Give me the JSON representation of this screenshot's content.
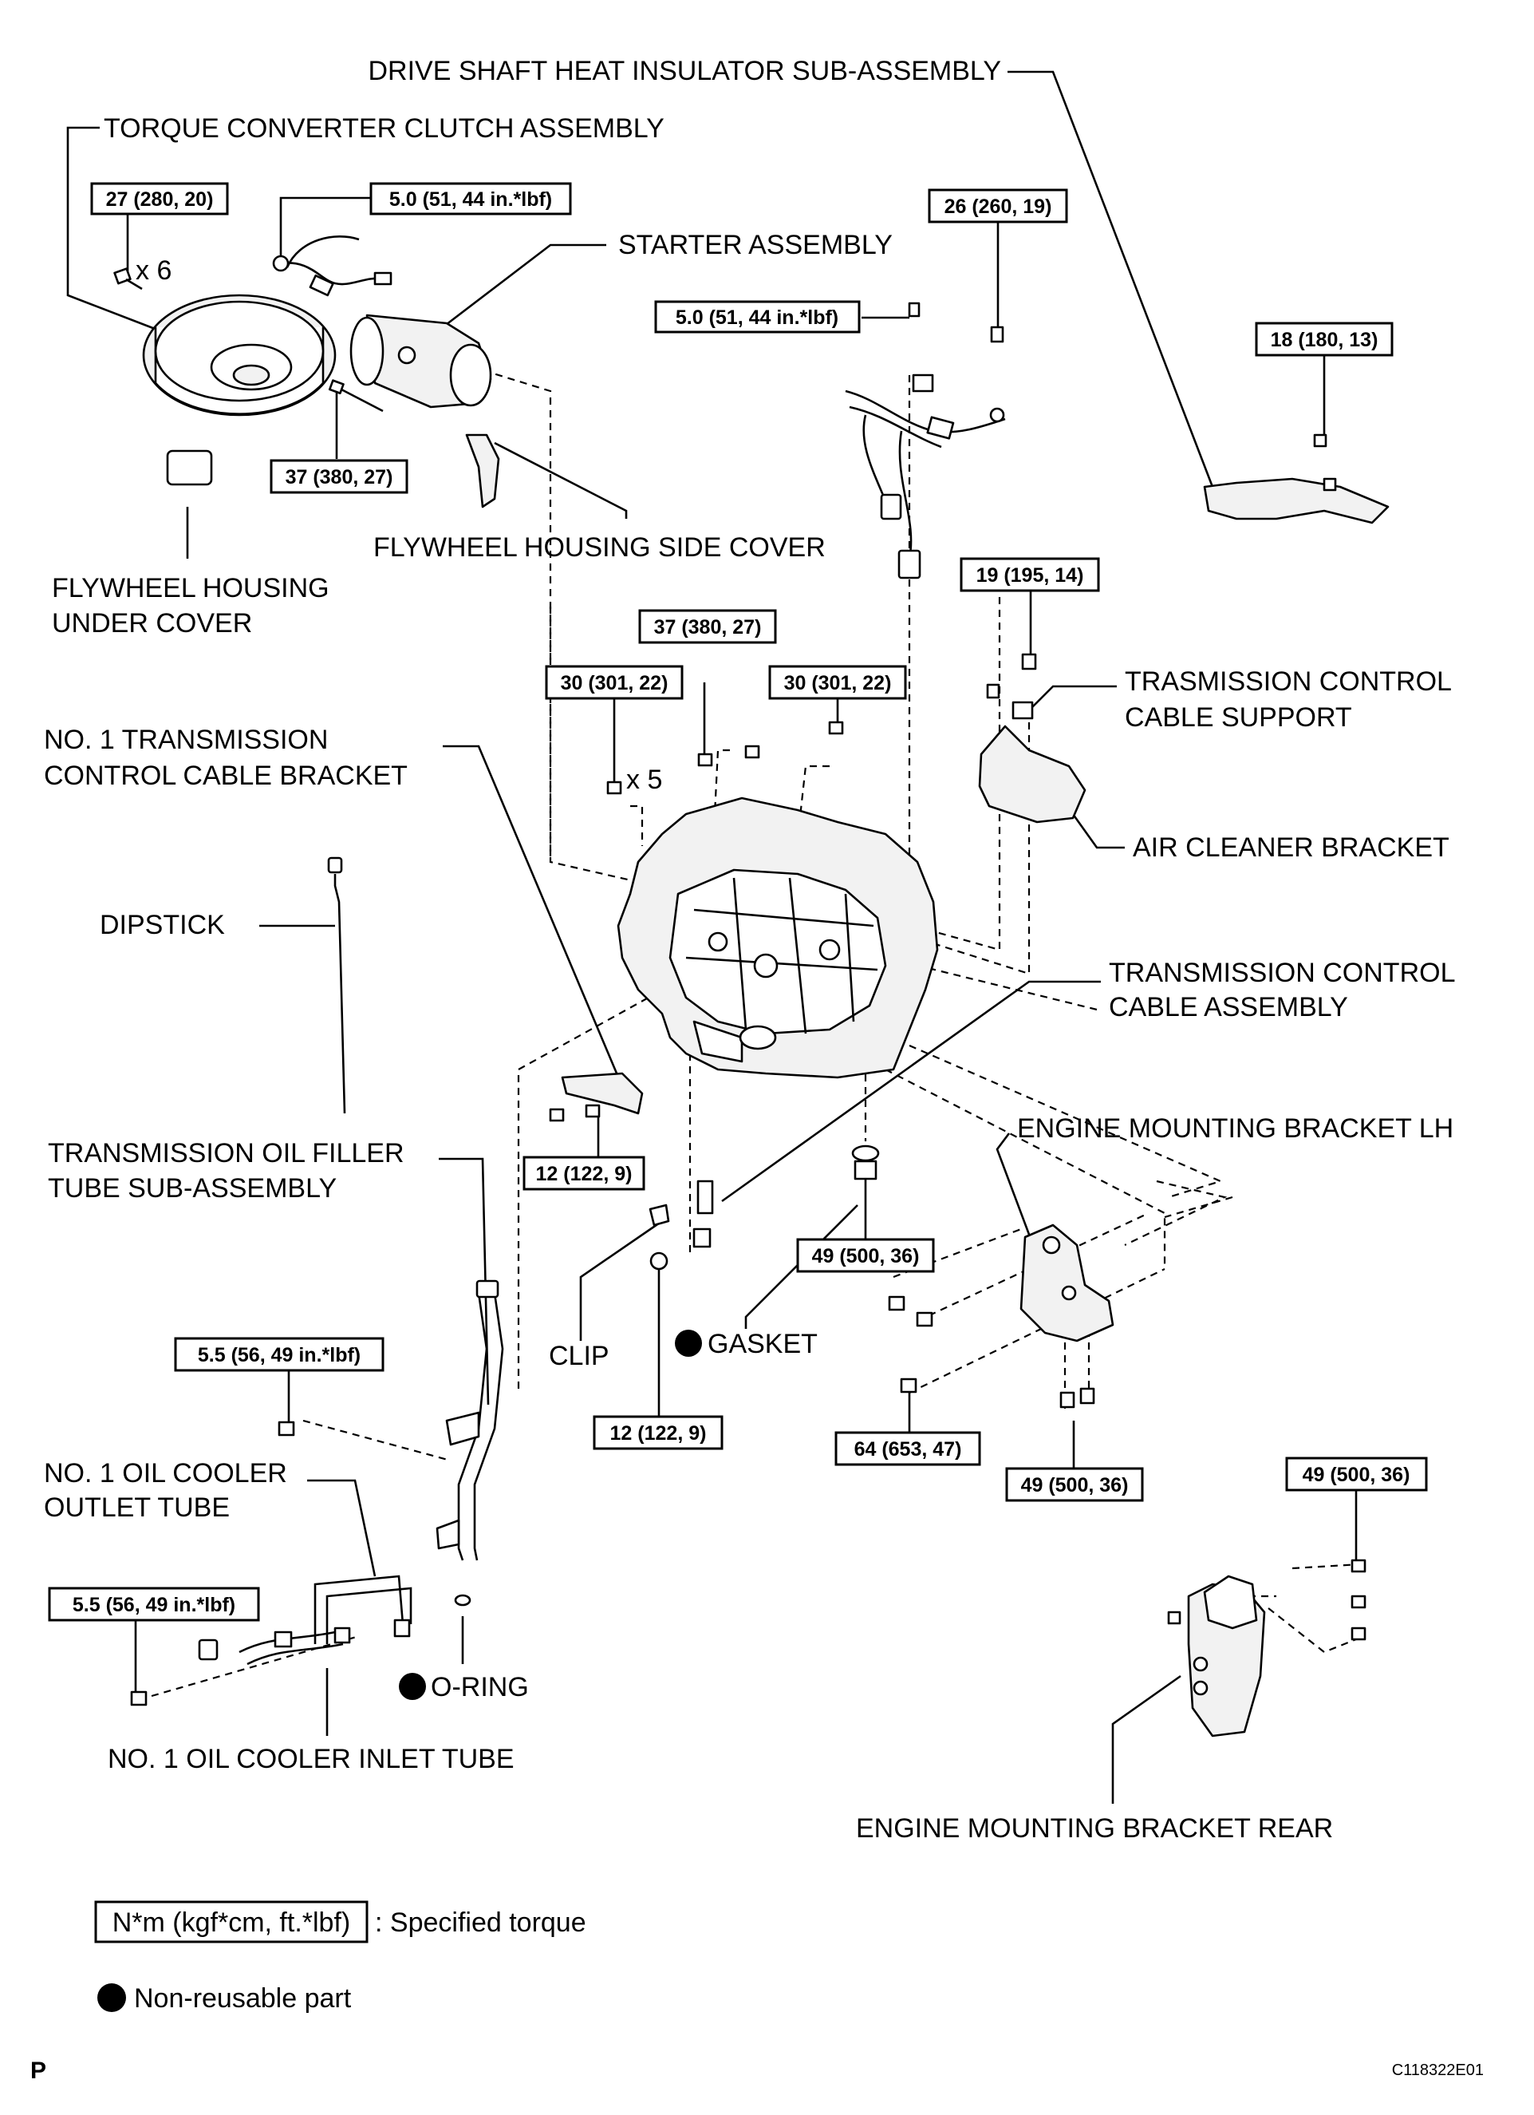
{
  "labels": {
    "drive_shaft_heat_insulator": "DRIVE SHAFT HEAT INSULATOR SUB-ASSEMBLY",
    "torque_converter": "TORQUE CONVERTER CLUTCH ASSEMBLY",
    "starter": "STARTER ASSEMBLY",
    "flywheel_side_cover": "FLYWHEEL HOUSING SIDE COVER",
    "flywheel_under_cover_1": "FLYWHEEL HOUSING",
    "flywheel_under_cover_2": "UNDER COVER",
    "cable_support_1": "TRASMISSION CONTROL",
    "cable_support_2": "CABLE SUPPORT",
    "cable_bracket_1": "NO. 1 TRANSMISSION",
    "cable_bracket_2": "CONTROL CABLE BRACKET",
    "air_cleaner_bracket": "AIR CLEANER BRACKET",
    "dipstick": "DIPSTICK",
    "control_cable_1": "TRANSMISSION CONTROL",
    "control_cable_2": "CABLE ASSEMBLY",
    "engine_mount_lh": "ENGINE MOUNTING BRACKET LH",
    "filler_tube_1": "TRANSMISSION OIL FILLER",
    "filler_tube_2": "TUBE SUB-ASSEMBLY",
    "clip": "CLIP",
    "gasket": "GASKET",
    "outlet_tube_1": "NO. 1 OIL COOLER",
    "outlet_tube_2": "OUTLET TUBE",
    "o_ring": "O-RING",
    "inlet_tube": "NO. 1 OIL COOLER INLET TUBE",
    "engine_mount_rear": "ENGINE MOUNTING BRACKET REAR",
    "x6": "x 6",
    "x5": "x 5"
  },
  "torques": {
    "t_27_280": "27 (280, 20)",
    "t_5_0_a": "5.0 (51, 44 in.*lbf)",
    "t_26_260": "26 (260, 19)",
    "t_5_0_b": "5.0 (51, 44 in.*lbf)",
    "t_18_180": "18 (180, 13)",
    "t_37_380_a": "37 (380, 27)",
    "t_19_195": "19 (195, 14)",
    "t_37_380_b": "37 (380, 27)",
    "t_30_301_a": "30 (301, 22)",
    "t_30_301_b": "30 (301, 22)",
    "t_12_122_a": "12 (122, 9)",
    "t_49_500_a": "49 (500, 36)",
    "t_5_5_a": "5.5 (56, 49 in.*lbf)",
    "t_12_122_b": "12 (122, 9)",
    "t_64_653": "64 (653, 47)",
    "t_49_500_b": "49 (500, 36)",
    "t_49_500_c": "49 (500, 36)",
    "t_5_5_b": "5.5 (56, 49 in.*lbf)"
  },
  "legend": {
    "unit_box": "N*m (kgf*cm, ft.*lbf)",
    "unit_text": ": Specified torque",
    "nonreusable_text": "Non-reusable part"
  },
  "footer": {
    "page_letter": "P",
    "figure_code": "C118322E01"
  }
}
